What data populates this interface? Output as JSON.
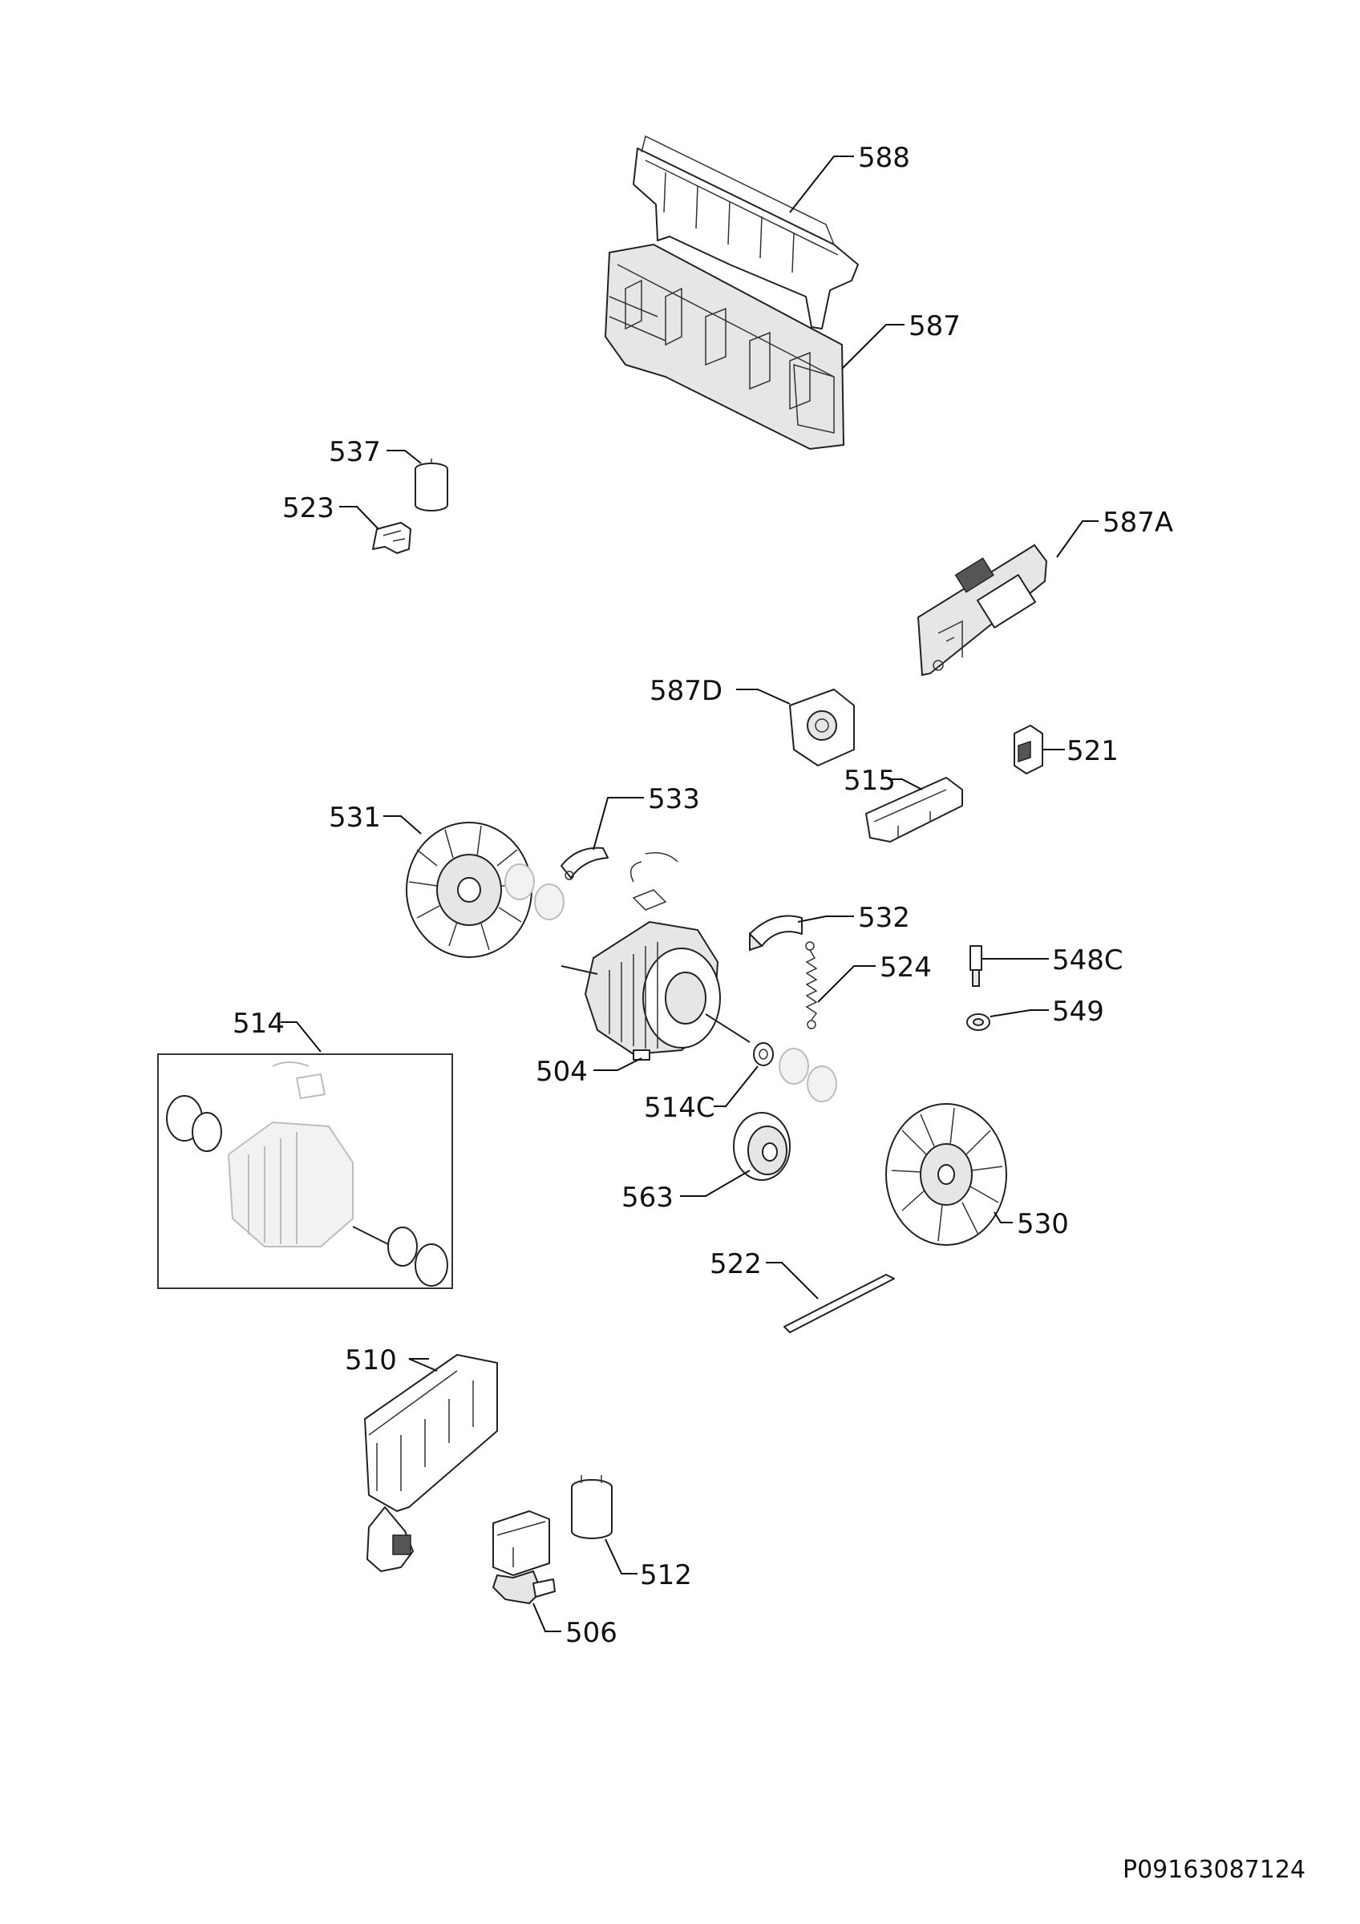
{
  "parts": [
    {
      "id": "p588",
      "label": "588"
    },
    {
      "id": "p587",
      "label": "587"
    },
    {
      "id": "p537",
      "label": "537"
    },
    {
      "id": "p523",
      "label": "523"
    },
    {
      "id": "p587A",
      "label": "587A"
    },
    {
      "id": "p587D",
      "label": "587D"
    },
    {
      "id": "p521",
      "label": "521"
    },
    {
      "id": "p515",
      "label": "515"
    },
    {
      "id": "p531",
      "label": "531"
    },
    {
      "id": "p533",
      "label": "533"
    },
    {
      "id": "p532",
      "label": "532"
    },
    {
      "id": "p524",
      "label": "524"
    },
    {
      "id": "p548C",
      "label": "548C"
    },
    {
      "id": "p549",
      "label": "549"
    },
    {
      "id": "p514",
      "label": "514"
    },
    {
      "id": "p504",
      "label": "504"
    },
    {
      "id": "p514C",
      "label": "514C"
    },
    {
      "id": "p563",
      "label": "563"
    },
    {
      "id": "p530",
      "label": "530"
    },
    {
      "id": "p522",
      "label": "522"
    },
    {
      "id": "p510",
      "label": "510"
    },
    {
      "id": "p512",
      "label": "512"
    },
    {
      "id": "p506",
      "label": "506"
    }
  ],
  "document_code": "P09163087124"
}
